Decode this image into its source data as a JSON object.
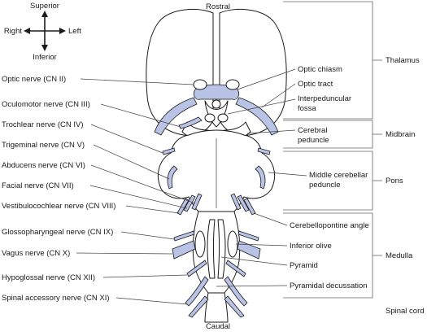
{
  "orientation": {
    "superior": "Superior",
    "inferior": "Inferior",
    "right": "Right",
    "left": "Left"
  },
  "ends": {
    "top": "Rostral",
    "bottom": "Caudal"
  },
  "left_labels": [
    "Optic nerve (CN II)",
    "Oculomotor nerve (CN III)",
    "Trochlear nerve (CN IV)",
    "Trigeminal nerve (CN V)",
    "Abducens nerve (CN VI)",
    "Facial nerve (CN VII)",
    "Vestibulocochlear nerve (CN VIII)",
    "Glossopharyngeal nerve (CN IX)",
    "Vagus nerve (CN X)",
    "Hypoglossal nerve (CN XII)",
    "Spinal accessory nerve (CN XI)"
  ],
  "right_labels": {
    "optic_chiasm": "Optic chiasm",
    "optic_tract": "Optic tract",
    "interpeduncular_1": "Interpeduncular",
    "interpeduncular_2": "fossa",
    "cerebral_peduncle_1": "Cerebral",
    "cerebral_peduncle_2": "peduncle",
    "middle_cerebellar_1": "Middle cerebellar",
    "middle_cerebellar_2": "peduncle",
    "cerebellopontine_angle": "Cerebellopontine angle",
    "inferior_olive": "Inferior olive",
    "pyramid": "Pyramid",
    "pyramidal_decussation": "Pyramidal decussation"
  },
  "regions": {
    "thalamus": "Thalamus",
    "midbrain": "Midbrain",
    "pons": "Pons",
    "medulla": "Medulla",
    "spinal_cord": "Spinal cord"
  },
  "colors": {
    "nerve_fill": "#b8c3e6",
    "outline": "#1a1a1a"
  }
}
